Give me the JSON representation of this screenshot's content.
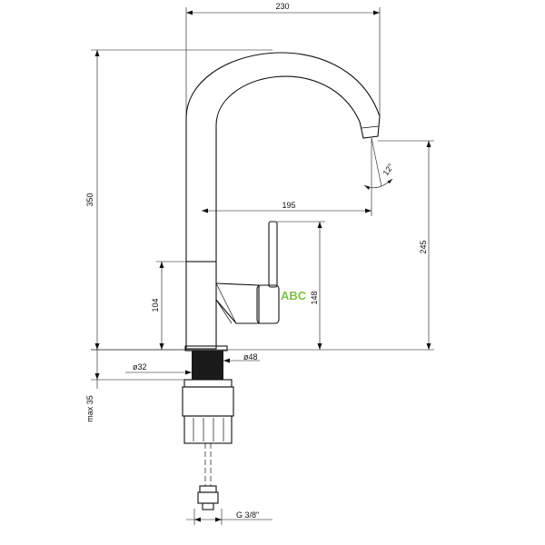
{
  "dimensions": {
    "total_width": "230",
    "total_height": "350",
    "spout_reach": "195",
    "spout_angle": "12°",
    "outlet_height": "245",
    "body_height": "104",
    "lever_height": "148",
    "stem_diameter": "ø32",
    "base_diameter": "ø48",
    "mounting_depth": "max 35",
    "thread": "G 3/8\""
  },
  "watermark": {
    "text": "ABC",
    "color": "#7dc242"
  },
  "colors": {
    "line": "#111111",
    "black_part": "#1a1a1a",
    "background": "#ffffff"
  }
}
